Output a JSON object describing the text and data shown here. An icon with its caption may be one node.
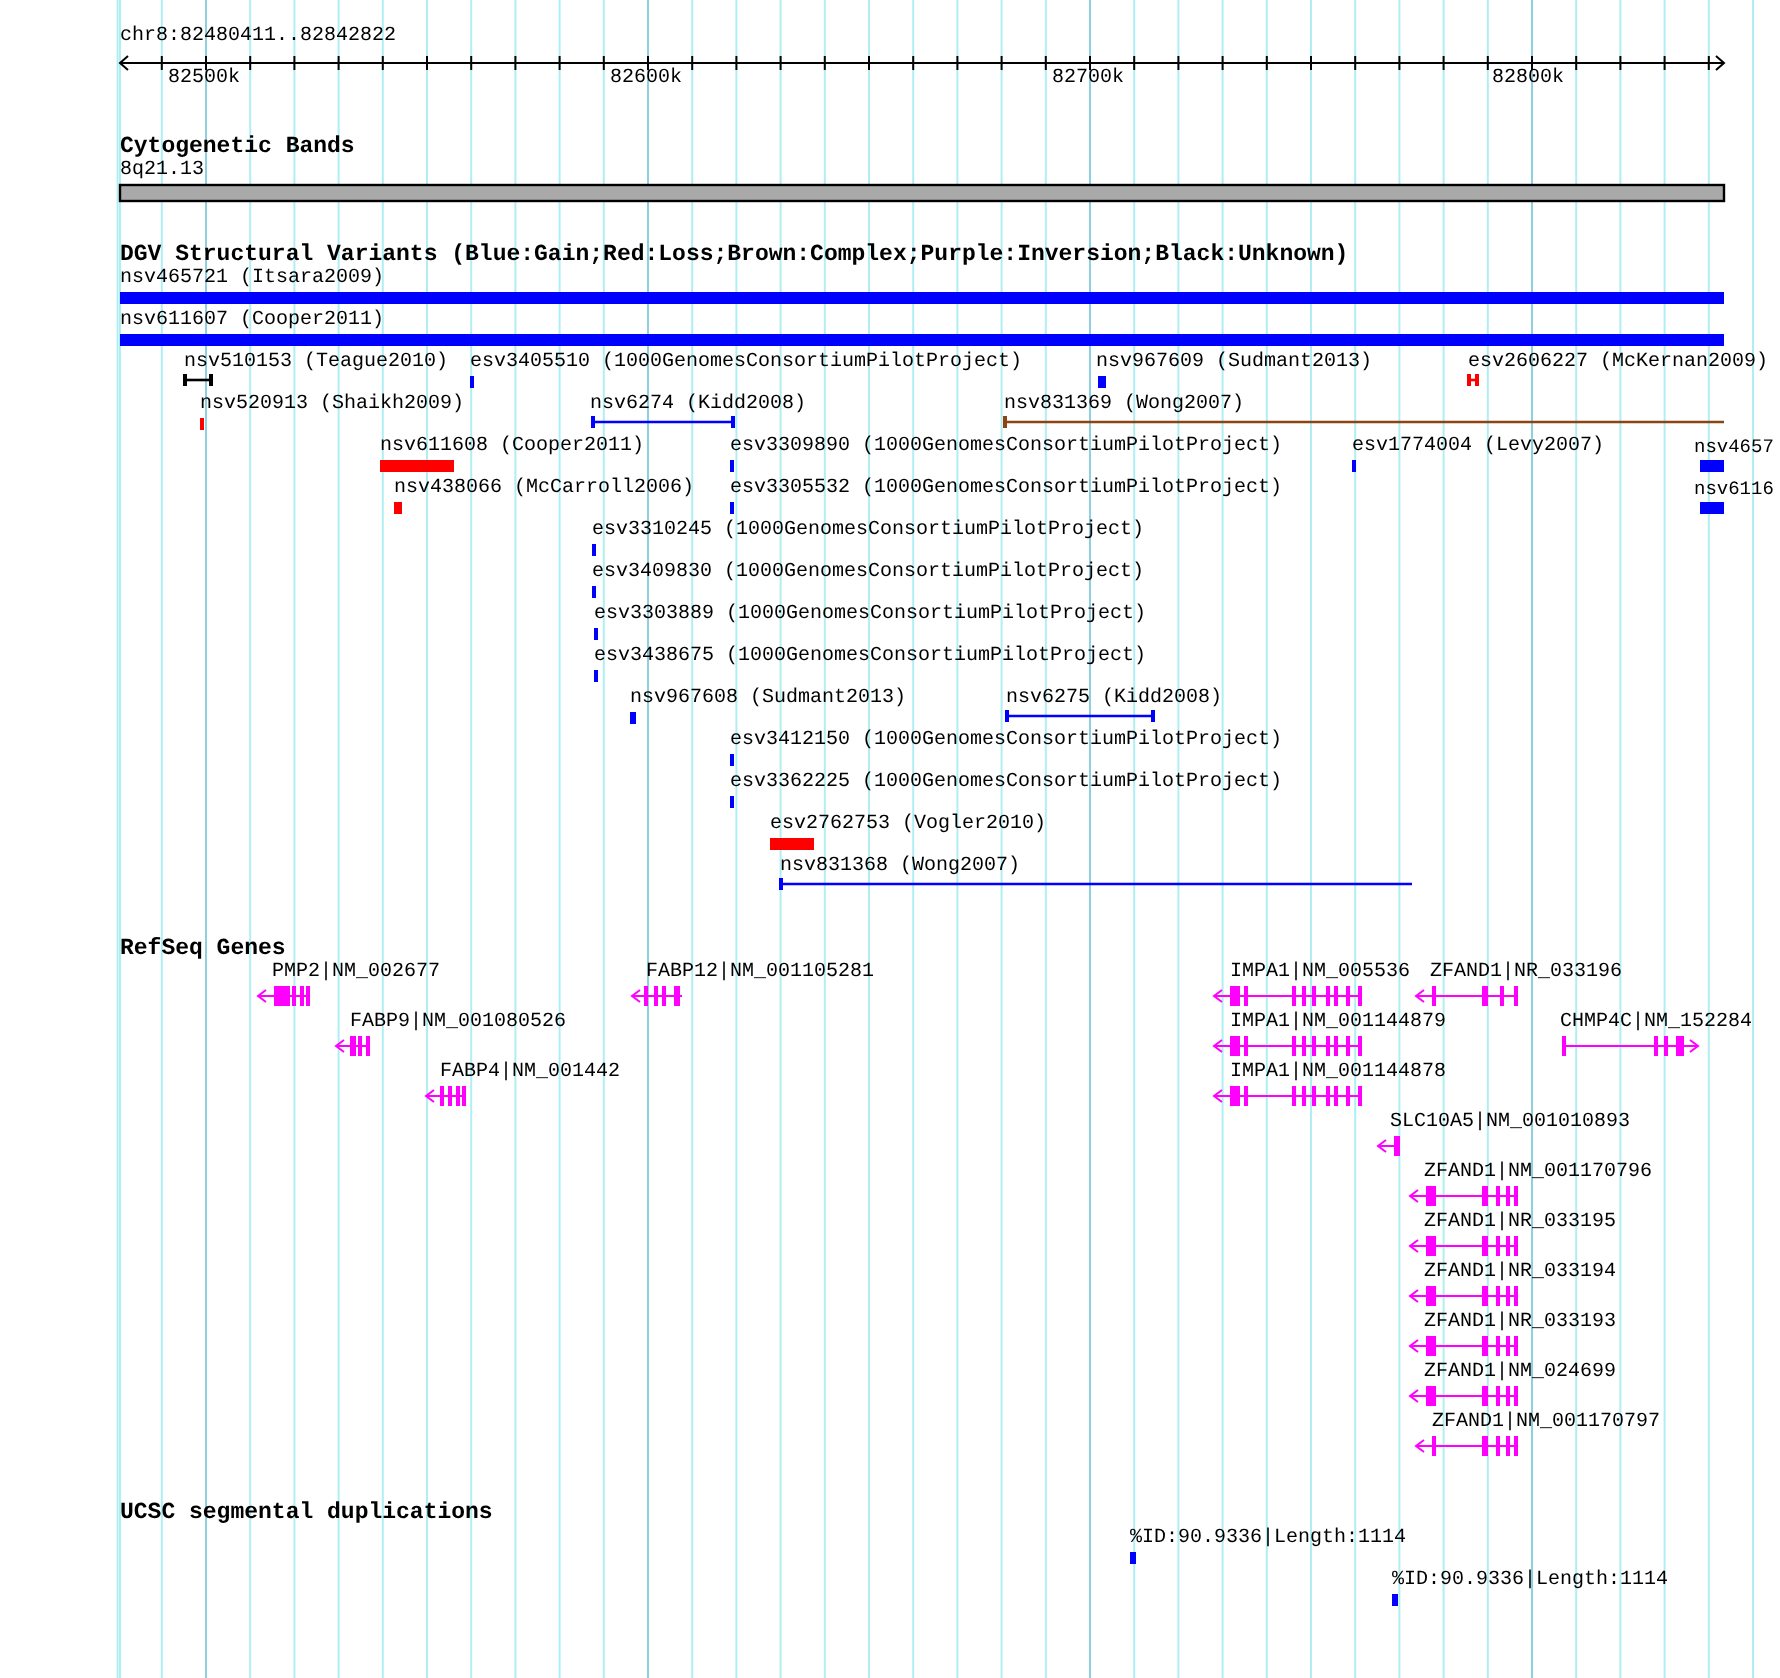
{
  "diagram": {
    "labels": [
      "chr8:82480411..82842822",
      "82500k",
      "82600k",
      "82700k",
      "82800k",
      "Cytogenetic Bands",
      "8q21.13",
      "DGV Structural Variants (Blue:Gain;Red:Loss;Brown:Complex;Purple:Inversion;Black:Unknown)",
      "nsv465721 (Itsara2009)",
      "nsv611607 (Cooper2011)",
      "nsv510153 (Teague2010)",
      "esv3405510 (1000GenomesConsortiumPilotProject)",
      "nsv967609 (Sudmant2013)",
      "esv2606227 (McKernan2009)",
      "nsv520913 (Shaikh2009)",
      "nsv6274 (Kidd2008)",
      "nsv831369 (Wong2007)",
      "nsv611608 (Cooper2011)",
      "esv3309890 (1000GenomesConsortiumPilotProject)",
      "esv1774004 (Levy2007)",
      "nsv4657",
      "nsv438066 (McCarroll2006)",
      "esv3305532 (1000GenomesConsortiumPilotProject)",
      "nsv6116",
      "esv3310245 (1000GenomesConsortiumPilotProject)",
      "esv3409830 (1000GenomesConsortiumPilotProject)",
      "esv3303889 (1000GenomesConsortiumPilotProject)",
      "esv3438675 (1000GenomesConsortiumPilotProject)",
      "nsv967608 (Sudmant2013)",
      "nsv6275 (Kidd2008)",
      "esv3412150 (1000GenomesConsortiumPilotProject)",
      "esv3362225 (1000GenomesConsortiumPilotProject)",
      "esv2762753 (Vogler2010)",
      "nsv831368 (Wong2007)",
      "RefSeq Genes",
      "PMP2|NM_002677",
      "FABP12|NM_001105281",
      "IMPA1|NM_005536",
      "ZFAND1|NR_033196",
      "FABP9|NM_001080526",
      "IMPA1|NM_001144879",
      "CHMP4C|NM_152284",
      "FABP4|NM_001442",
      "IMPA1|NM_001144878",
      "SLC10A5|NM_001010893",
      "ZFAND1|NM_001170796",
      "ZFAND1|NR_033195",
      "ZFAND1|NR_033194",
      "ZFAND1|NR_033193",
      "ZFAND1|NM_024699",
      "ZFAND1|NM_001170797",
      "UCSC segmental duplications",
      "%ID:90.9336|Length:1114",
      "%ID:90.9336|Length:1114"
    ]
  }
}
